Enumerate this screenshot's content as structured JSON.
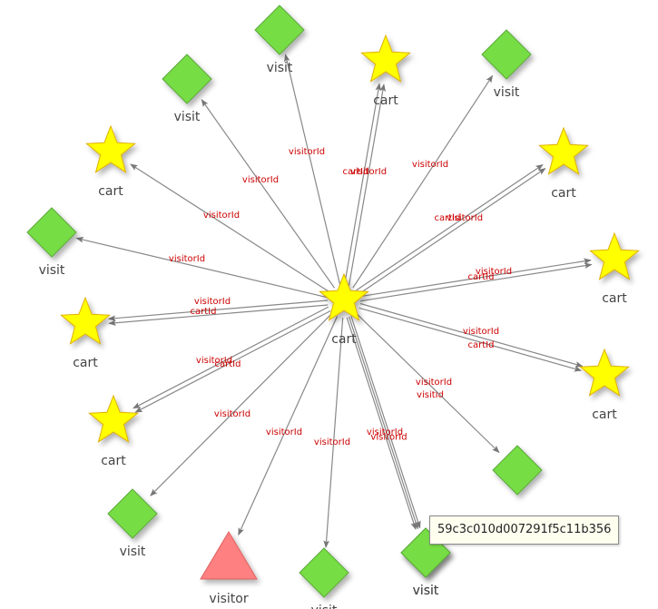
{
  "graph": {
    "center": {
      "label": "cart",
      "shape": "star",
      "color": "#ffff00"
    },
    "nodes": [
      {
        "id": "n1",
        "label": "visit",
        "shape": "diamond",
        "color": "#77dd44"
      },
      {
        "id": "n2",
        "label": "cart",
        "shape": "star",
        "color": "#ffff00"
      },
      {
        "id": "n3",
        "label": "visit",
        "shape": "diamond",
        "color": "#77dd44"
      },
      {
        "id": "n4",
        "label": "visit",
        "shape": "diamond",
        "color": "#77dd44"
      },
      {
        "id": "n5",
        "label": "cart",
        "shape": "star",
        "color": "#ffff00"
      },
      {
        "id": "n6",
        "label": "cart",
        "shape": "star",
        "color": "#ffff00"
      },
      {
        "id": "n7",
        "label": "visit",
        "shape": "diamond",
        "color": "#77dd44"
      },
      {
        "id": "n8",
        "label": "cart",
        "shape": "star",
        "color": "#ffff00"
      },
      {
        "id": "n9",
        "label": "cart",
        "shape": "star",
        "color": "#ffff00"
      },
      {
        "id": "n10",
        "label": "cart",
        "shape": "star",
        "color": "#ffff00"
      },
      {
        "id": "n11",
        "label": "visit",
        "shape": "diamond",
        "color": "#77dd44"
      },
      {
        "id": "n12",
        "label": "visit",
        "shape": "diamond",
        "color": "#77dd44"
      },
      {
        "id": "n13",
        "label": "visit",
        "shape": "diamond",
        "color": "#77dd44"
      },
      {
        "id": "n14",
        "label": "",
        "shape": "diamond",
        "color": "#77dd44"
      },
      {
        "id": "n15",
        "label": "visitor",
        "shape": "triangle",
        "color": "#ff8080"
      },
      {
        "id": "n16",
        "label": "visit",
        "shape": "diamond",
        "color": "#77dd44"
      },
      {
        "id": "n17",
        "label": "cart",
        "shape": "star",
        "color": "#ffff00"
      }
    ],
    "edges": [
      {
        "id": "e1",
        "target": "n1",
        "labels": [
          "visitorId"
        ]
      },
      {
        "id": "e2",
        "target": "n2",
        "labels": [
          "cartId",
          "visitorId"
        ]
      },
      {
        "id": "e3",
        "target": "n3",
        "labels": [
          "visitorId"
        ]
      },
      {
        "id": "e4",
        "target": "n4",
        "labels": [
          "visitorId"
        ]
      },
      {
        "id": "e5",
        "target": "n5",
        "labels": [
          "visitorId"
        ]
      },
      {
        "id": "e6",
        "target": "n6",
        "labels": [
          "cartId",
          "visitorId"
        ]
      },
      {
        "id": "e7",
        "target": "n7",
        "labels": [
          "visitorId"
        ]
      },
      {
        "id": "e8",
        "target": "n8",
        "labels": [
          "visitorId",
          "cartId"
        ]
      },
      {
        "id": "e9",
        "target": "n9",
        "labels": [
          "visitorId",
          "cartId"
        ]
      },
      {
        "id": "e10",
        "target": "n10",
        "labels": [
          "visitorId",
          "cartId"
        ]
      },
      {
        "id": "e11",
        "target": "n11",
        "labels": [
          "visitId",
          "visitorId"
        ]
      },
      {
        "id": "e12",
        "target": "n12",
        "labels": [
          "visitorId"
        ]
      },
      {
        "id": "e13",
        "target": "n13",
        "labels": [
          "visitorId"
        ]
      },
      {
        "id": "e14",
        "target": "n14",
        "labels": [
          "visitorId"
        ]
      },
      {
        "id": "e15",
        "target": "n15",
        "labels": [
          "visitorId"
        ]
      },
      {
        "id": "e16",
        "target": "n16",
        "labels": [
          "visitorId"
        ]
      },
      {
        "id": "e17",
        "target": "n17",
        "labels": [
          "visitorId",
          "cartId"
        ]
      }
    ]
  },
  "tooltip": {
    "text": "59c3c010d007291f5c11b356"
  },
  "colors": {
    "edge": "#888888",
    "edge_label": "#cc0000",
    "star_stroke": "#e0b000",
    "diamond_stroke": "#5aa83a",
    "triangle_stroke": "#e06060"
  }
}
